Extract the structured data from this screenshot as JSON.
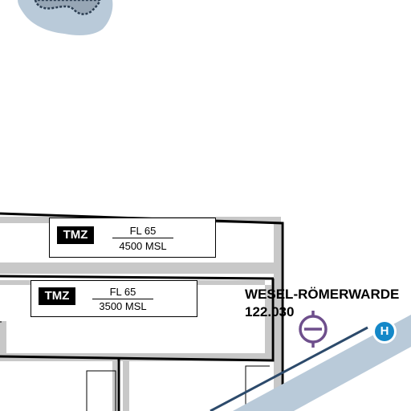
{
  "map": {
    "colors": {
      "background": "#ffffff",
      "zone_band": "#c8c8c8",
      "boundary": "#000000",
      "water": "#b9cad9",
      "route": "#2c4a6b",
      "airfield_symbol": "#6e4f8c",
      "heliport": "#1488c8"
    }
  },
  "tmz_labels": [
    {
      "badge": "TMZ",
      "upper": "FL 65",
      "lower": "4500 MSL"
    },
    {
      "badge": "TMZ",
      "upper": "FL 65",
      "lower": "3500 MSL"
    }
  ],
  "airfield": {
    "name": "WESEL-RÖMERWARDE",
    "frequency": "122.030",
    "icon": "airfield-circle-icon"
  },
  "heliport": {
    "label": "H",
    "icon": "heliport-icon"
  }
}
